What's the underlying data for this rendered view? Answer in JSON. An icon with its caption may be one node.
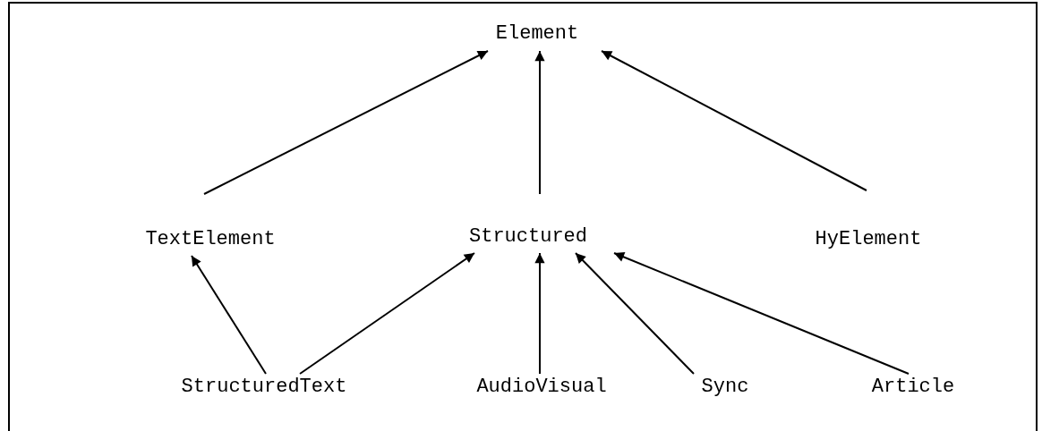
{
  "diagram": {
    "nodes": [
      {
        "text": [
          "Element"
        ]
      },
      {
        "text": [
          "TextElement"
        ]
      },
      {
        "text": [
          "Structured"
        ]
      },
      {
        "text": [
          "HyElement"
        ]
      },
      {
        "text": [
          "StructuredText"
        ]
      },
      {
        "text": [
          "AudioVisual"
        ]
      },
      {
        "text": [
          "Sync"
        ]
      },
      {
        "text": [
          "Article"
        ]
      }
    ],
    "edges": [
      {
        "from": 1,
        "to": 0,
        "arrow": "to"
      },
      {
        "from": 2,
        "to": 0,
        "arrow": "to"
      },
      {
        "from": 3,
        "to": 0,
        "arrow": "to"
      },
      {
        "from": 4,
        "to": 1,
        "arrow": "to"
      },
      {
        "from": 4,
        "to": 2,
        "arrow": "to"
      },
      {
        "from": 5,
        "to": 2,
        "arrow": "to"
      },
      {
        "from": 6,
        "to": 2,
        "arrow": "to"
      },
      {
        "from": 7,
        "to": 2,
        "arrow": "to"
      }
    ]
  }
}
